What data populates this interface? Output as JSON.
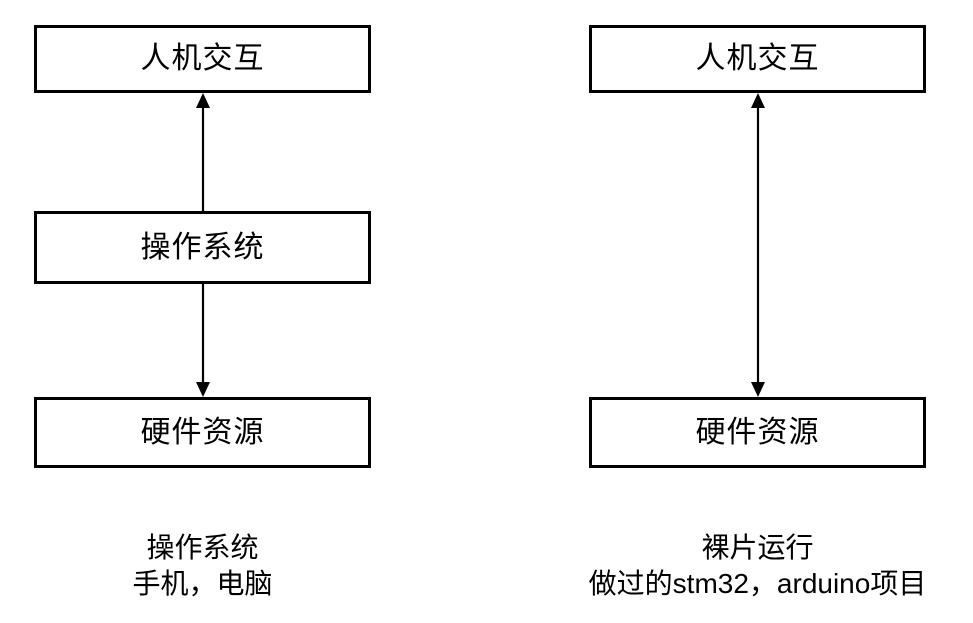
{
  "diagram": {
    "background_color": "#ffffff",
    "stroke_color": "#000000",
    "columns": [
      {
        "id": "with-os",
        "nodes": [
          {
            "id": "left-hci",
            "label": "人机交互"
          },
          {
            "id": "left-os",
            "label": "操作系统"
          },
          {
            "id": "left-hw",
            "label": "硬件资源"
          }
        ],
        "connectors": [
          {
            "id": "left-os-to-hci",
            "from": "left-os",
            "to": "left-hci",
            "direction": "up"
          },
          {
            "id": "left-os-to-hw",
            "from": "left-os",
            "to": "left-hw",
            "direction": "down"
          }
        ],
        "caption": {
          "line1": "操作系统",
          "line2": "手机，电脑"
        }
      },
      {
        "id": "bare-metal",
        "nodes": [
          {
            "id": "right-hci",
            "label": "人机交互"
          },
          {
            "id": "right-hw",
            "label": "硬件资源"
          }
        ],
        "connectors": [
          {
            "id": "right-hw-to-hci",
            "from": "right-hw",
            "to": "right-hci",
            "direction": "both"
          }
        ],
        "caption": {
          "line1": "裸片运行",
          "line2": "做过的stm32，arduino项目"
        }
      }
    ]
  }
}
